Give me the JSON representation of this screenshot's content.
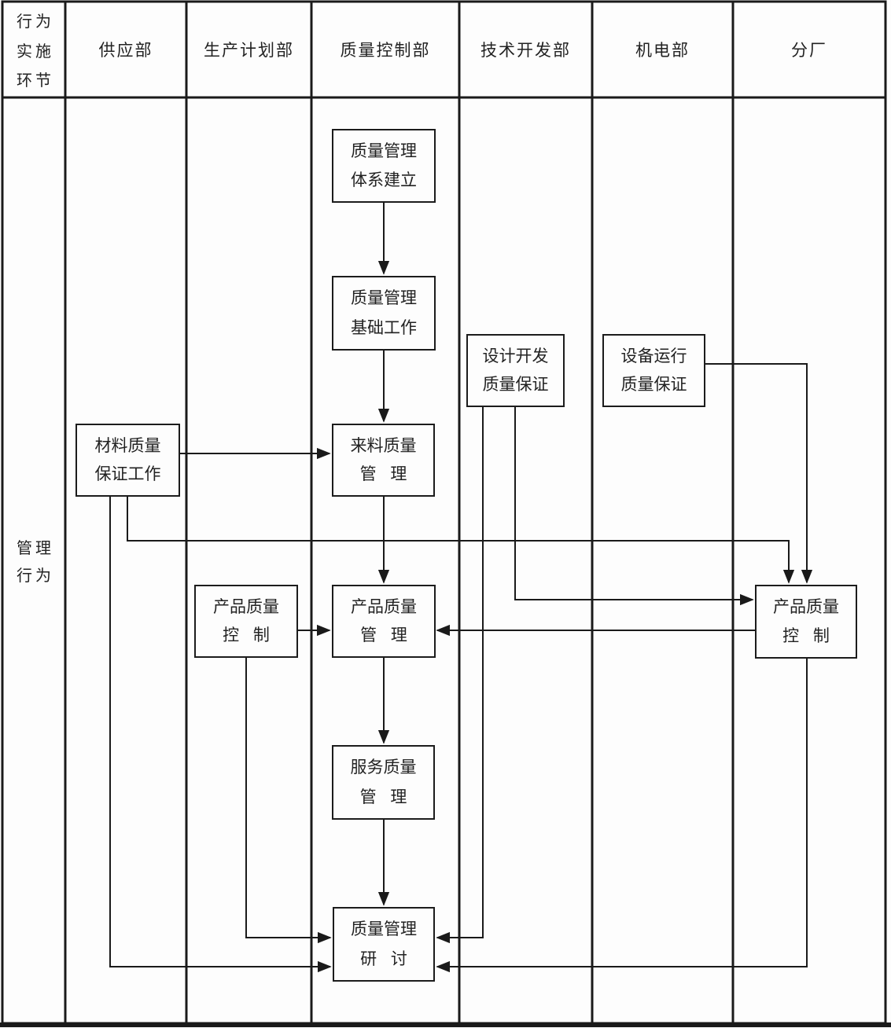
{
  "diagram": {
    "title_cell": {
      "lines": [
        "行为",
        "实施",
        "环节"
      ]
    },
    "row_label": {
      "lines": [
        "管理",
        "行为"
      ]
    },
    "columns": [
      {
        "label": "供应部"
      },
      {
        "label": "生产计划部"
      },
      {
        "label": "质量控制部"
      },
      {
        "label": "技术开发部"
      },
      {
        "label": "机电部"
      },
      {
        "label": "分厂"
      }
    ],
    "nodes": {
      "qms_establish": {
        "line1": "质量管理",
        "line2": "体系建立"
      },
      "qm_foundation": {
        "line1": "质量管理",
        "line2": "基础工作"
      },
      "design_dev_qa": {
        "line1": "设计开发",
        "line2": "质量保证"
      },
      "equipment_qa": {
        "line1": "设备运行",
        "line2": "质量保证"
      },
      "material_qa": {
        "line1": "材料质量",
        "line2": "保证工作"
      },
      "incoming_quality": {
        "line1": "来料质量",
        "line2": "管理"
      },
      "product_quality_control_pp": {
        "line1": "产品质量",
        "line2": "控制"
      },
      "product_quality_mgmt": {
        "line1": "产品质量",
        "line2": "管理"
      },
      "product_quality_control_branch": {
        "line1": "产品质量",
        "line2": "控制"
      },
      "service_quality": {
        "line1": "服务质量",
        "line2": "管理"
      },
      "qm_seminar": {
        "line1": "质量管理",
        "line2": "研讨"
      }
    },
    "colors": {
      "line": "#1a1a1a",
      "background": "#fdfdfd",
      "text": "#222222"
    }
  }
}
